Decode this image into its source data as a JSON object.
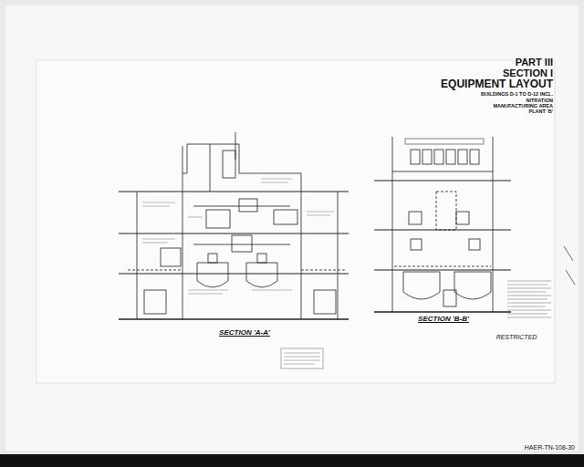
{
  "diagram": {
    "title": "EQUIPMENT LAYOUT",
    "labels": [
      "PART III",
      "SECTION I",
      "BUILDINGS D-1 TO D-12 INCL.",
      "NITRATION",
      "MANUFACTURING AREA",
      "PLANT 'B'",
      "SECTION 'A-A'",
      "SECTION 'B-B'",
      "RESTRICTED",
      "HAER-TN-108-30"
    ]
  }
}
